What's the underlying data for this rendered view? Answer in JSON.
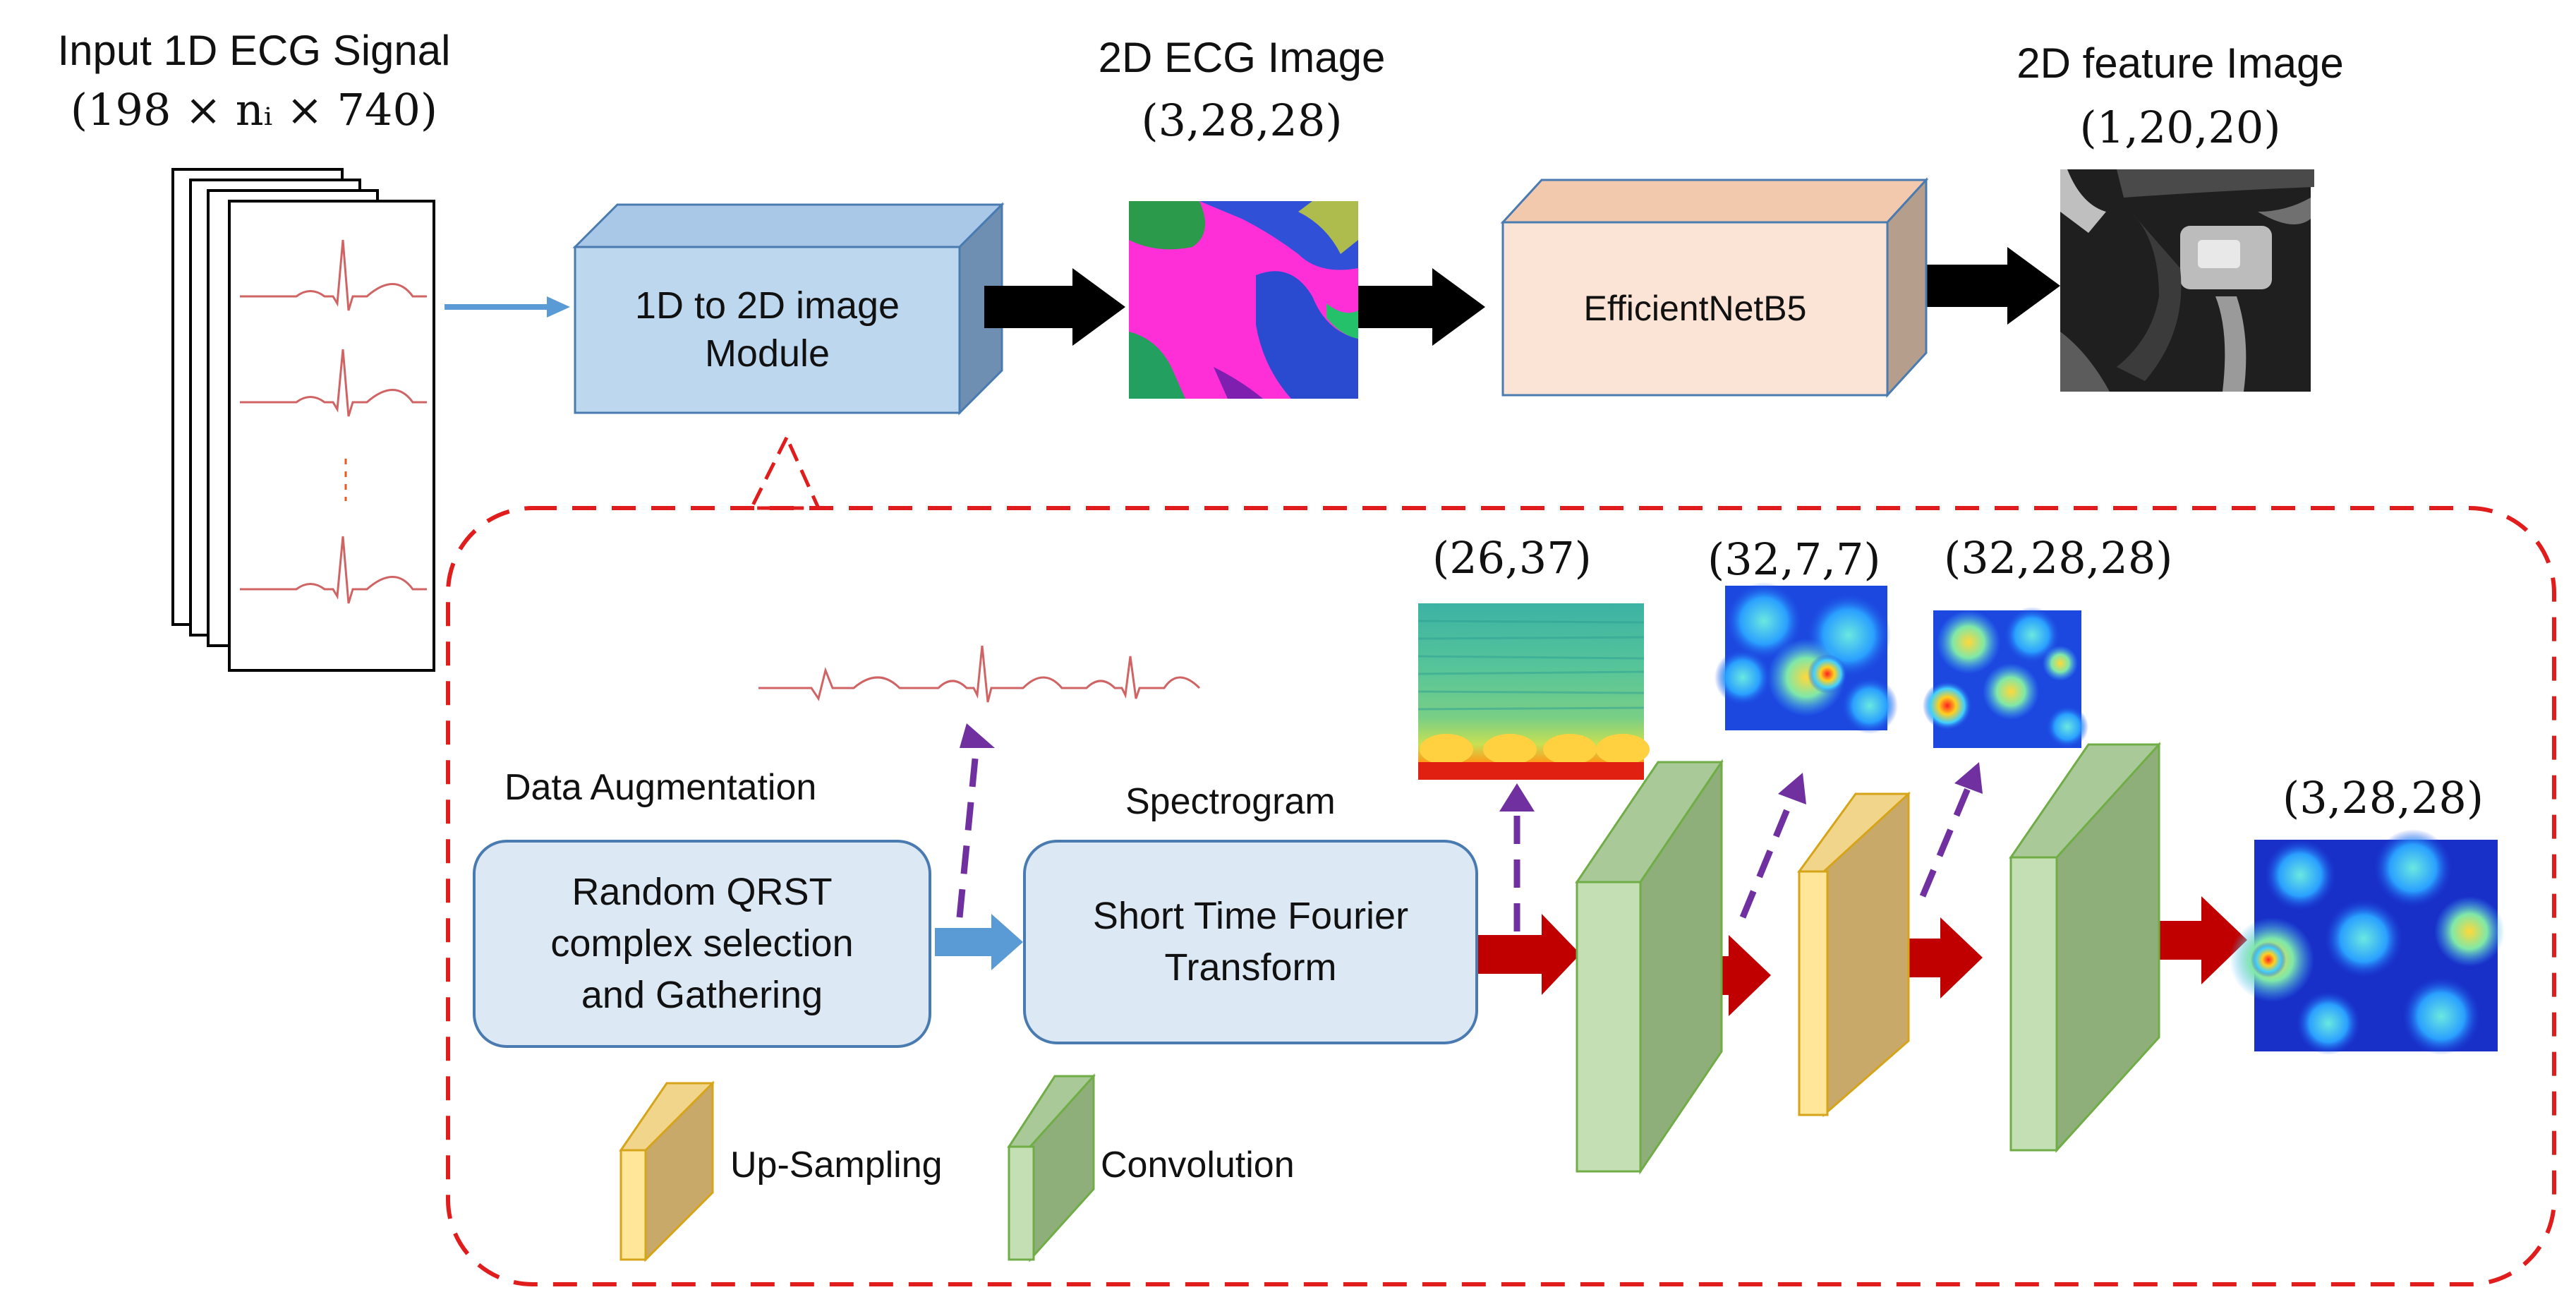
{
  "top": {
    "input_title": "Input 1D ECG Signal",
    "input_shape": "(198 × nᵢ × 740)",
    "module_label": "1D to 2D image Module",
    "ecg_image_title": "2D ECG Image",
    "ecg_image_shape": "(3,28,28)",
    "backbone_label": "EfficientNetB5",
    "feature_title": "2D feature Image",
    "feature_shape": "(1,20,20)"
  },
  "module": {
    "data_aug_label": "Data Augmentation",
    "qrst_box_label": "Random QRST complex selection and Gathering",
    "spectrogram_label": "Spectrogram",
    "stft_box_label": "Short Time Fourier Transform",
    "shape_spec": "(26,37)",
    "shape_conv1": "(32,7,7)",
    "shape_up": "(32,28,28)",
    "shape_out": "(3,28,28)"
  },
  "legend": {
    "upsampling_label": "Up-Sampling",
    "convolution_label": "Convolution"
  },
  "colors": {
    "dashed_border": "#e01c1c",
    "blue_arrow": "#5b9bd5",
    "red_arrow": "#c00000",
    "purple_arrow": "#7030a0",
    "conv_front": "#c5dfb4",
    "conv_side": "#8faf7a",
    "upsample_front": "#ffe699",
    "upsample_side": "#c8a96a",
    "box_fill": "#dce9f5"
  }
}
